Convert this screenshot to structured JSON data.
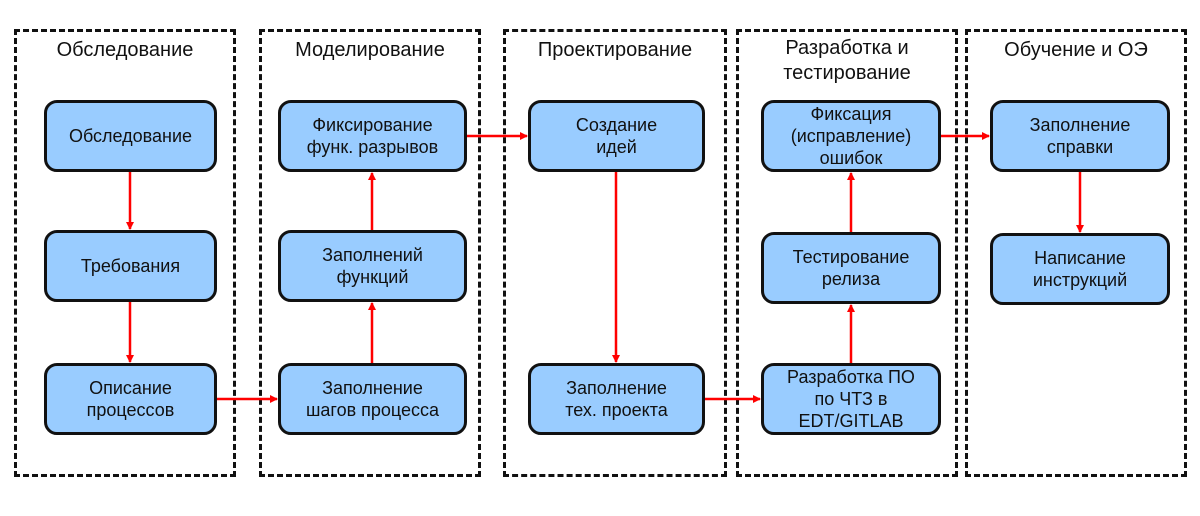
{
  "lanes": [
    {
      "title": "Обследование"
    },
    {
      "title": "Моделирование"
    },
    {
      "title": "Проектирование"
    },
    {
      "title": "Разработка и\nтестирование"
    },
    {
      "title": "Обучение и ОЭ"
    }
  ],
  "nodes": {
    "survey": "Обследование",
    "requirements": "Требования",
    "process_description": "Описание\nпроцессов",
    "gap_fixing": "Фиксирование\nфунк. разрывов",
    "functions_filling": "Заполнений\nфункций",
    "process_steps": "Заполнение\nшагов процесса",
    "idea_creation": "Создание\nидей",
    "tech_project": "Заполнение\nтех. проекта",
    "error_fixing": "Фиксация\n(исправление)\nошибок",
    "release_testing": "Тестирование\nрелиза",
    "software_dev": "Разработка ПО\nпо ЧТЗ в\nEDT/GITLAB",
    "help_filling": "Заполнение\nсправки",
    "instructions": "Написание\nинструкций"
  },
  "edges": [
    {
      "from": "survey",
      "to": "requirements"
    },
    {
      "from": "requirements",
      "to": "process_description"
    },
    {
      "from": "process_description",
      "to": "process_steps"
    },
    {
      "from": "process_steps",
      "to": "functions_filling"
    },
    {
      "from": "functions_filling",
      "to": "gap_fixing"
    },
    {
      "from": "gap_fixing",
      "to": "idea_creation"
    },
    {
      "from": "idea_creation",
      "to": "tech_project"
    },
    {
      "from": "tech_project",
      "to": "software_dev"
    },
    {
      "from": "software_dev",
      "to": "release_testing"
    },
    {
      "from": "release_testing",
      "to": "error_fixing"
    },
    {
      "from": "error_fixing",
      "to": "help_filling"
    },
    {
      "from": "help_filling",
      "to": "instructions"
    }
  ],
  "colors": {
    "node_fill": "#99ccff",
    "arrow": "#ff0000",
    "border": "#111111"
  }
}
